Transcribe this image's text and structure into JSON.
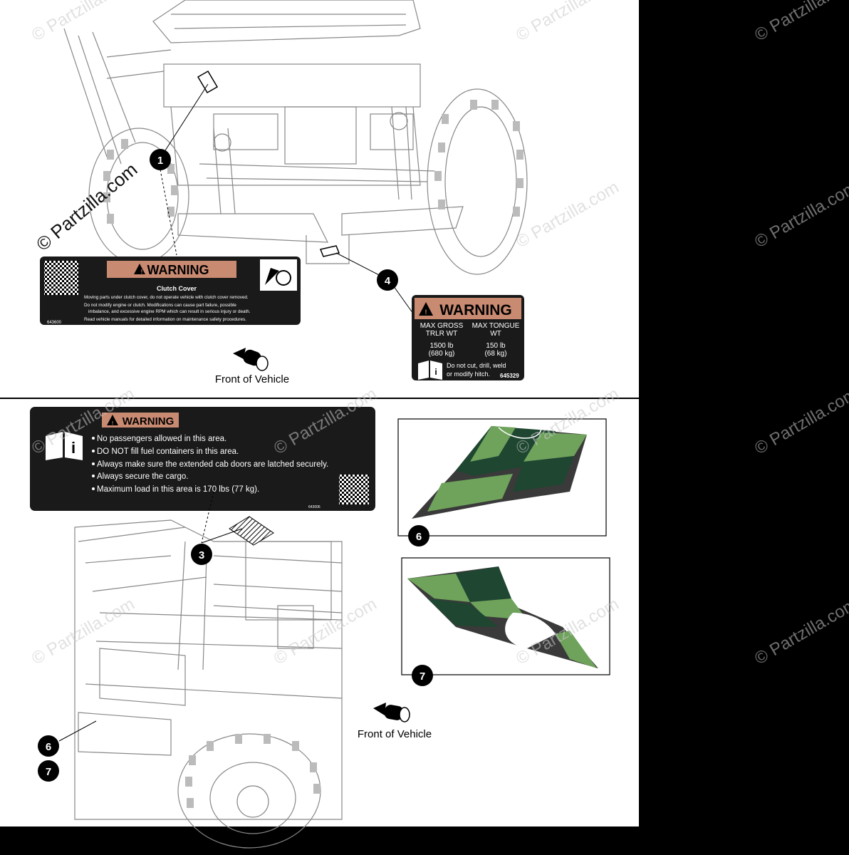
{
  "watermark": {
    "text": "© Partzilla.com"
  },
  "top_panel": {
    "front_label": "Front of Vehicle",
    "callouts": {
      "c1": "1",
      "c4": "4"
    },
    "label_1": {
      "warning": "WARNING",
      "title": "Clutch Cover",
      "bullets": [
        "Moving parts under clutch cover, do not operate vehicle with clutch cover removed.",
        "Do not modify engine or clutch. Modifications can cause part failure, possible",
        "imbalance, and excessive engine RPM which can result in serious injury or death.",
        "Read vehicle manuals for detailed information on maintenance safety procedures."
      ],
      "part_number": "643600"
    },
    "label_4": {
      "warning": "WARNING",
      "col1_head1": "MAX GROSS",
      "col1_head2": "TRLR WT",
      "col1_val1": "1500 lb",
      "col1_val2": "(680 kg)",
      "col2_head1": "MAX TONGUE",
      "col2_head2": "WT",
      "col2_val1": "150 lb",
      "col2_val2": "(68 kg)",
      "note1": "Do not cut, drill, weld",
      "note2": "or modify hitch.",
      "part_number": "645329"
    }
  },
  "bottom_panel": {
    "front_label": "Front of Vehicle",
    "callouts": {
      "c3": "3",
      "c6": "6",
      "c7": "7",
      "c6b": "6",
      "c7b": "7"
    },
    "label_3": {
      "warning": "WARNING",
      "lines": [
        "No passengers allowed in this area.",
        "DO NOT fill fuel containers in this area.",
        "Always make sure the extended cab doors are latched securely.",
        "Always secure the cargo.",
        "Maximum load in this area is 170 lbs (77 kg)."
      ],
      "part_number": "643006"
    }
  },
  "colors": {
    "label_bg": "#1a1a1a",
    "warning_band": "#c98a72",
    "decal_dark_green": "#1e4630",
    "decal_light_green": "#6fa35c",
    "decal_gray": "#3a3a3a"
  }
}
